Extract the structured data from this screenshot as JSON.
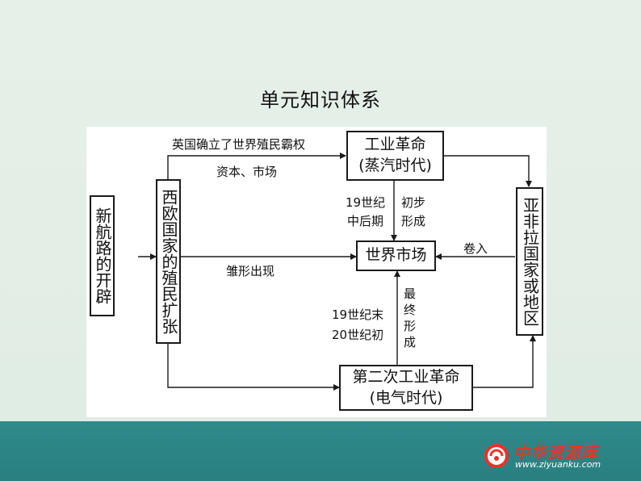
{
  "title": "单元知识体系",
  "nodes": {
    "new_routes": "新航路的开辟",
    "colonial_expansion": "西欧国家的殖民扩张",
    "ir1_line1": "工业革命",
    "ir1_line2": "(蒸汽时代)",
    "world_market": "世界市场",
    "asia_africa_la": "亚非拉国家或地区",
    "ir2_line1": "第二次工业革命",
    "ir2_line2": "(电气时代)"
  },
  "labels": {
    "britain_hegemony": "英国确立了世界殖民霸权",
    "capital_market": "资本、市场",
    "embryonic": "雏形出现",
    "mid_late_19_a": "19世纪",
    "mid_late_19_b": "中后期",
    "initial_formation": "初步形成",
    "late19_early20_a": "19世纪末",
    "late19_early20_b": "20世纪初",
    "final_formation": "最终形成",
    "drawn_in": "卷入"
  },
  "footer": {
    "logo_text": "中华资源库",
    "logo_url": "www.ziyuanku.com"
  },
  "colors": {
    "background": "#e3eee6",
    "footer_band": "#2d8585",
    "logo_red": "#e8332a"
  }
}
